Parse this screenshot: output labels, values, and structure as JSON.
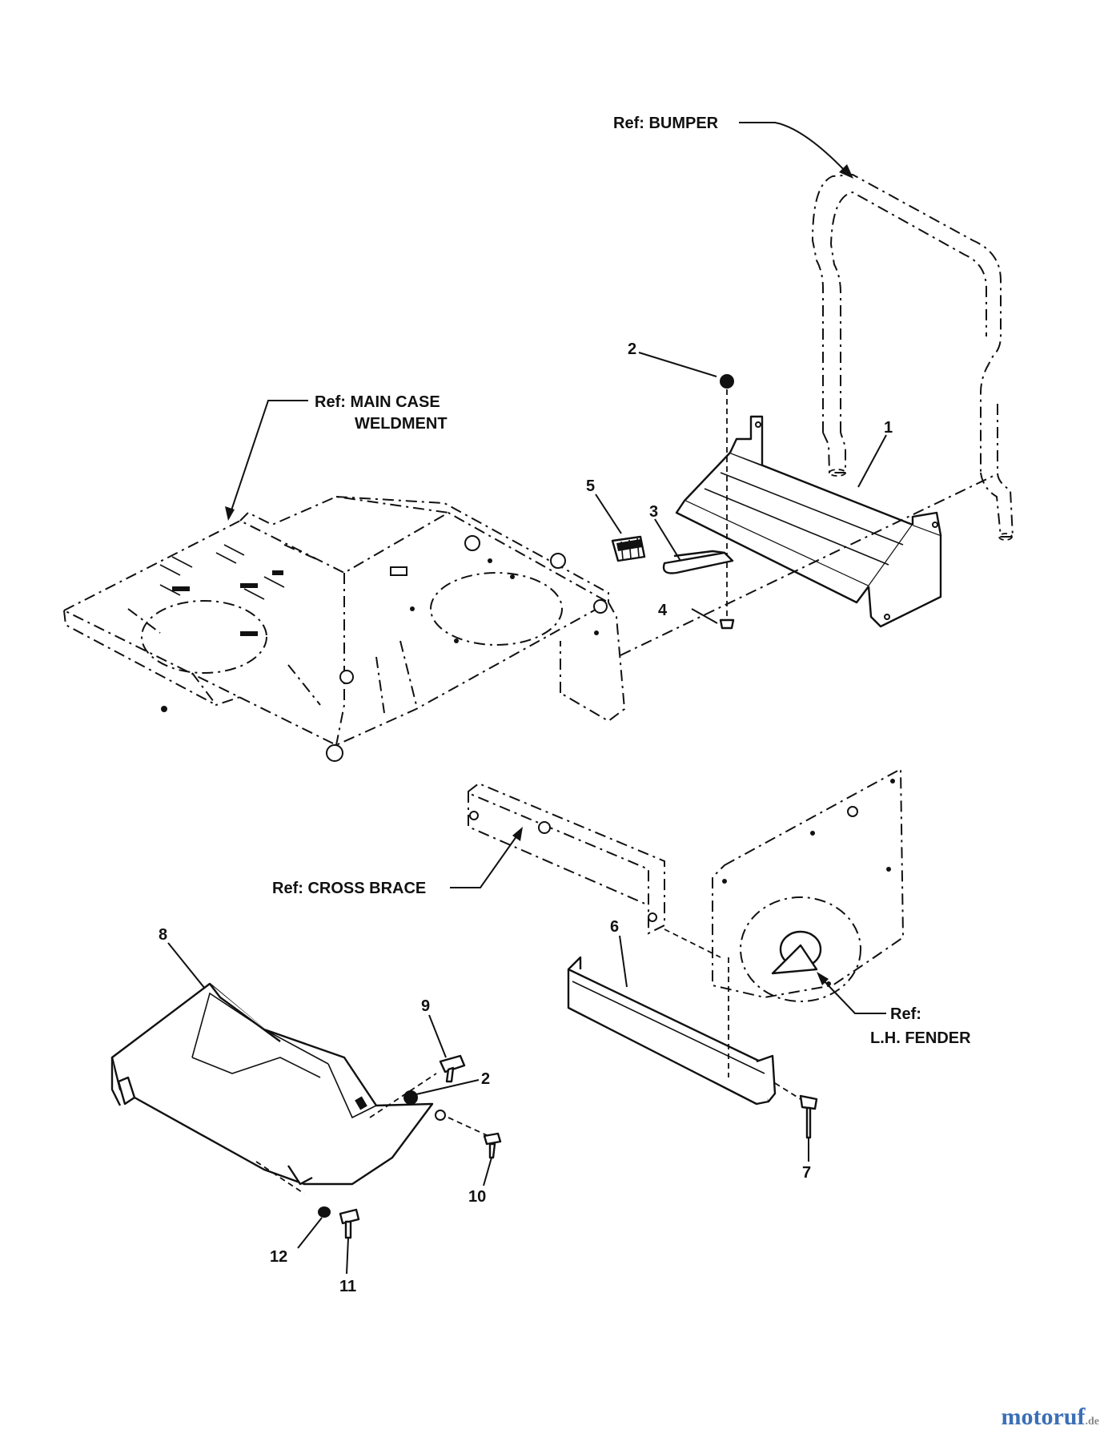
{
  "references": {
    "bumper": "Ref: BUMPER",
    "main_case_line1": "Ref: MAIN CASE",
    "main_case_line2": "WELDMENT",
    "cross_brace": "Ref: CROSS BRACE",
    "fender_line1": "Ref:",
    "fender_line2": "L.H. FENDER"
  },
  "callouts": {
    "c1": "1",
    "c2a": "2",
    "c2b": "2",
    "c3": "3",
    "c4": "4",
    "c5": "5",
    "c6": "6",
    "c7": "7",
    "c8": "8",
    "c9": "9",
    "c10": "10",
    "c11": "11",
    "c12": "12"
  },
  "watermark": {
    "name": "motoruf",
    "tld": ".de"
  },
  "colors": {
    "line": "#111111",
    "background": "#ffffff",
    "watermark": "#3b6fb6"
  }
}
